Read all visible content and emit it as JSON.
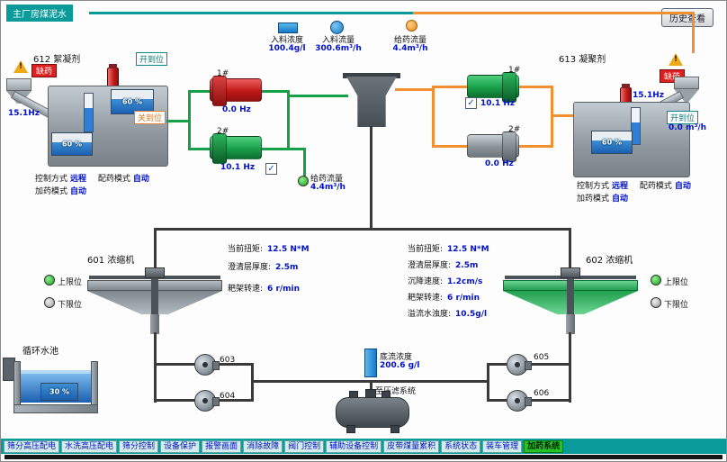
{
  "header": {
    "plant_label": "主厂房煤泥水",
    "history_button": "历史查看"
  },
  "top_indicators": {
    "feed_concentration": {
      "label": "入料浓度",
      "value": "100.4g/l"
    },
    "feed_flow": {
      "label": "入料流量",
      "value": "300.6m³/h"
    },
    "dosing_flow": {
      "label": "给药流量",
      "value": "4.4m³/h"
    }
  },
  "unit_612": {
    "title": "612 絮凝剂",
    "alarm": "缺药",
    "open_status": "开到位",
    "close_status": "关到位",
    "frequency": "15.1Hz",
    "level_upper": "60 %",
    "level_lower": "60 %",
    "control_mode_label": "控制方式",
    "control_mode_value": "远程",
    "mix_mode_label": "配药模式",
    "mix_mode_value": "自动",
    "dose_mode_label": "加药模式",
    "dose_mode_value": "自动"
  },
  "left_pumps": {
    "pump1_id": "1#",
    "pump1_freq": "0.0 Hz",
    "pump2_id": "2#",
    "pump2_freq": "10.1 Hz",
    "pump2_check": "✓"
  },
  "mid_dosing_flow": {
    "label": "给药流量",
    "value": "4.4m³/h"
  },
  "right_pumps": {
    "pump1_id": "1#",
    "pump1_freq": "10.1 Hz",
    "pump1_check": "✓",
    "pump2_id": "2#",
    "pump2_freq": "0.0 Hz"
  },
  "unit_613": {
    "title": "613 凝聚剂",
    "alarm": "缺药",
    "frequency": "15.1Hz",
    "open_status": "开到位",
    "open_flow": "0.0 m³/h",
    "level": "60 %",
    "control_mode_label": "控制方式",
    "control_mode_value": "远程",
    "mix_mode_label": "配药模式",
    "mix_mode_value": "自动",
    "dose_mode_label": "加药模式",
    "dose_mode_value": "自动"
  },
  "thickener_601": {
    "title": "601 浓缩机",
    "upper_limit_label": "上限位",
    "lower_limit_label": "下限位",
    "params": [
      {
        "label": "当前扭矩:",
        "value": "12.5 N*M"
      },
      {
        "label": "澄清层厚度:",
        "value": "2.5m"
      },
      {
        "label": "耙架转速:",
        "value": "6 r/min"
      }
    ]
  },
  "thickener_602": {
    "title": "602 浓缩机",
    "upper_limit_label": "上限位",
    "lower_limit_label": "下限位",
    "params": [
      {
        "label": "当前扭矩:",
        "value": "12.5 N*M"
      },
      {
        "label": "澄清层厚度:",
        "value": "2.5m"
      },
      {
        "label": "沉降速度:",
        "value": "1.2cm/s"
      },
      {
        "label": "耙架转速:",
        "value": "6 r/min"
      },
      {
        "label": "溢流水浊度:",
        "value": "10.5g/l"
      }
    ]
  },
  "pool": {
    "title": "循环水池",
    "level": "30 %"
  },
  "bottom_pumps": {
    "p603": "603",
    "p604": "604",
    "p605": "605",
    "p606": "606"
  },
  "underflow": {
    "label": "底流浓度",
    "value": "200.6 g/l",
    "destination": "至压滤系统"
  },
  "tabs": [
    {
      "label": "筛分高压配电",
      "active": false
    },
    {
      "label": "水洗高压配电",
      "active": false
    },
    {
      "label": "筛分控制",
      "active": false
    },
    {
      "label": "设备保护",
      "active": false
    },
    {
      "label": "报警画面",
      "active": false
    },
    {
      "label": "消除故障",
      "active": false
    },
    {
      "label": "阀门控制",
      "active": false
    },
    {
      "label": "辅助设备控制",
      "active": false
    },
    {
      "label": "皮带煤量累积",
      "active": false
    },
    {
      "label": "系统状态",
      "active": false
    },
    {
      "label": "装车管理",
      "active": false
    },
    {
      "label": "加药系统",
      "active": true
    }
  ],
  "colors": {
    "teal": "#0a9a9a",
    "orange": "#f09030",
    "green_pipe": "#18a048",
    "value_blue": "#0010cc",
    "alarm_red": "#e02020",
    "active_tab_green": "#28c028"
  }
}
